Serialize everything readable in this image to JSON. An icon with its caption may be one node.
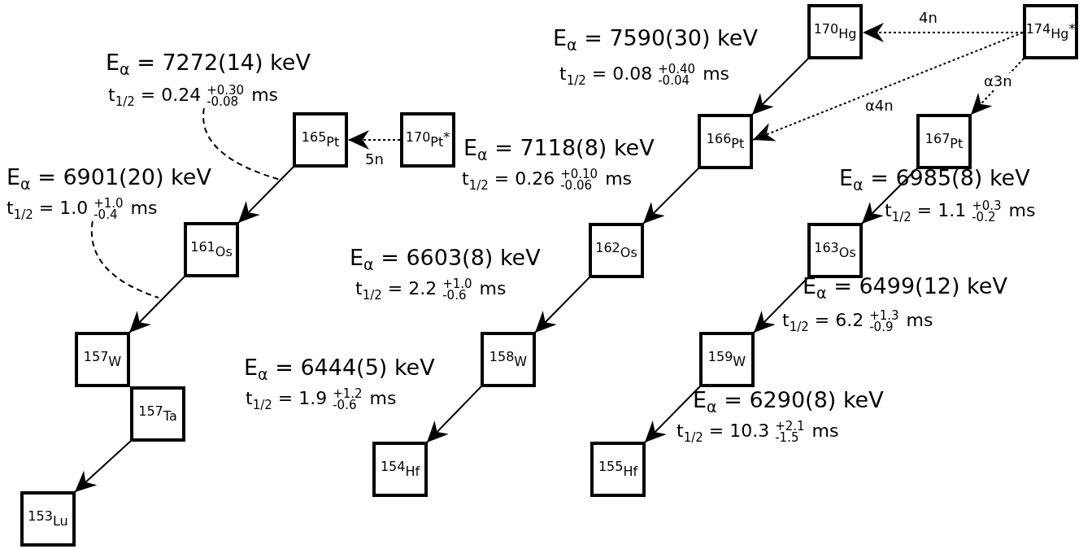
{
  "diagram": {
    "nodes": [
      {
        "text": [
          "$^{170}$Hg"
        ]
      },
      {
        "text": [
          "$^{174}$Hg$^{*}$"
        ]
      },
      {
        "text": [
          "E$_{α}$ = 7272(14) keV",
          "t$_{1/2}$ = 0.24 $^{+0.30}$$_{-0.08}$ ms"
        ]
      },
      {
        "text": [
          "$^{165}$Pt"
        ]
      },
      {
        "text": [
          "$^{170}$Pt$^{*}$"
        ]
      },
      {
        "text": [
          "$^{166}$Pt"
        ]
      },
      {
        "text": [
          "$^{167}$Pt"
        ]
      },
      {
        "text": [
          "E$_{α}$ = 6901(20) keV",
          "t$_{1/2}$ = 1.0 $^{+1.0}$$_{-0.4}$ ms"
        ]
      },
      {
        "text": [
          "$^{161}$Os"
        ]
      },
      {
        "text": [
          "$^{162}$Os"
        ]
      },
      {
        "text": [
          "$^{163}$Os"
        ]
      },
      {
        "text": [
          "$^{157}$W"
        ]
      },
      {
        "text": [
          "$^{158}$W"
        ]
      },
      {
        "text": [
          "$^{159}$W"
        ]
      },
      {
        "text": [
          "$^{157}$Ta"
        ]
      },
      {
        "text": [
          "$^{154}$Hf"
        ]
      },
      {
        "text": [
          "$^{155}$Hf"
        ]
      },
      {
        "text": [
          "$^{153}$Lu"
        ]
      }
    ],
    "edges": [
      {
        "from": 1,
        "to": 0,
        "arrow": "to",
        "label": "4n",
        "style": "dashed"
      },
      {
        "from": 1,
        "to": 5,
        "arrow": "to",
        "label": "α4n",
        "style": "dashed"
      },
      {
        "from": 1,
        "to": 6,
        "arrow": "to",
        "label": "α3n",
        "style": "dashed"
      },
      {
        "from": 4,
        "to": 3,
        "arrow": "to",
        "label": "5n",
        "style": "dashed"
      },
      {
        "from": 0,
        "to": 5,
        "arrow": "to"
      },
      {
        "from": 3,
        "to": 8,
        "arrow": "to"
      },
      {
        "from": 5,
        "to": 9,
        "arrow": "to"
      },
      {
        "from": 6,
        "to": 10,
        "arrow": "to"
      },
      {
        "from": 8,
        "to": 11,
        "arrow": "to"
      },
      {
        "from": 9,
        "to": 12,
        "arrow": "to"
      },
      {
        "from": 10,
        "to": 13,
        "arrow": "to"
      },
      {
        "from": 12,
        "to": 15,
        "arrow": "to"
      },
      {
        "from": 13,
        "to": 16,
        "arrow": "to"
      },
      {
        "from": 14,
        "to": 17,
        "arrow": "to"
      },
      {
        "from": 2,
        "to": null,
        "arrow": "none",
        "style": "dashed"
      },
      {
        "from": 7,
        "to": null,
        "arrow": "none",
        "style": "dashed"
      }
    ],
    "labels": [
      "E$_{α}$ = 7590(30) keV",
      "t$_{1/2}$ = 0.08 $^{+0.40}$$_{-0.04}$ ms",
      "E$_{α}$ = 7118(8) keV",
      "t$_{1/2}$ = 0.26 $^{+0.10}$$_{-0.06}$ ms",
      "E$_{α}$ = 6985(8) keV",
      "t$_{1/2}$ = 1.1 $^{+0.3}$$_{-0.2}$ ms",
      "E$_{α}$ = 6603(8) keV",
      "t$_{1/2}$ = 2.2 $^{+1.0}$$_{-0.6}$ ms",
      "E$_{α}$ = 6499(12) keV",
      "t$_{1/2}$ = 6.2 $^{+1.3}$$_{-0.9}$ ms",
      "E$_{α}$ = 6444(5) keV",
      "t$_{1/2}$ = 1.9 $^{+1.2}$$_{-0.6}$ ms",
      "E$_{α}$ = 6290(8) keV",
      "t$_{1/2}$ = 10.3 $^{+2.1}$$_{-1.5}$ ms"
    ]
  }
}
